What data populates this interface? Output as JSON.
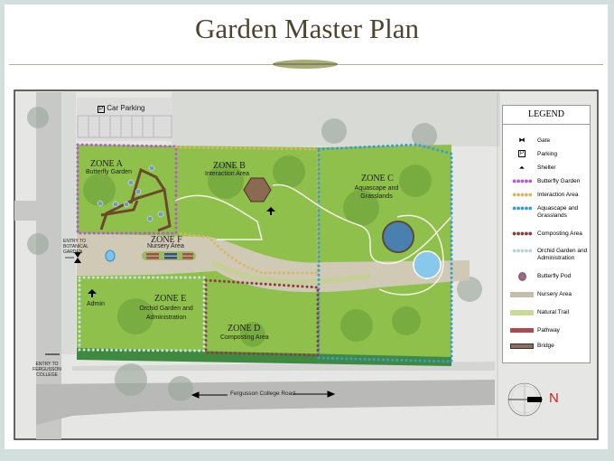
{
  "title": "Garden Master Plan",
  "map": {
    "parking_label": "Car Parking",
    "zones": [
      {
        "id": "A",
        "name": "ZONE A",
        "desc": "Butterfly Garden"
      },
      {
        "id": "B",
        "name": "ZONE B",
        "desc": "Interaction Area"
      },
      {
        "id": "C",
        "name": "ZONE C",
        "desc": "Aquascape and Grasslands"
      },
      {
        "id": "D",
        "name": "ZONE D",
        "desc": "Composting Area"
      },
      {
        "id": "E",
        "name": "ZONE E",
        "desc": "Orchid Garden and Administration"
      },
      {
        "id": "F",
        "name": "ZONE F",
        "desc": "Nursery Area"
      }
    ],
    "entry_garden": "ENTRY TO BOTANICAL GARDEN",
    "entry_college": "ENTRY TO FERGUSSON COLLEGE",
    "admin_label": "Admin",
    "road_label": "Fergusson College Road",
    "north_label": "N"
  },
  "legend": {
    "title": "LEGEND",
    "items": [
      {
        "label": "Gate",
        "icon": "gate-icon"
      },
      {
        "label": "Parking",
        "icon": "parking-icon"
      },
      {
        "label": "Shelter",
        "icon": "shelter-icon"
      },
      {
        "label": "Butterfly Garden",
        "color": "#b45cc8"
      },
      {
        "label": "Interaction Area",
        "color": "#d6b860"
      },
      {
        "label": "Aquascape and Grasslands",
        "color": "#3c9cd0"
      },
      {
        "label": "Composting Area",
        "color": "#8a4040"
      },
      {
        "label": "Orchid Garden and Administration",
        "color": "#b8d4d4"
      },
      {
        "label": "Butterfly Pod",
        "icon": "butterfly-pod-icon"
      },
      {
        "label": "Nursery Area",
        "color": "#c6bfa8"
      },
      {
        "label": "Natural Trail",
        "color": "#c8dc98"
      },
      {
        "label": "Pathway",
        "color": "#a84c50"
      },
      {
        "label": "Bridge",
        "color": "#8c7058"
      }
    ]
  }
}
